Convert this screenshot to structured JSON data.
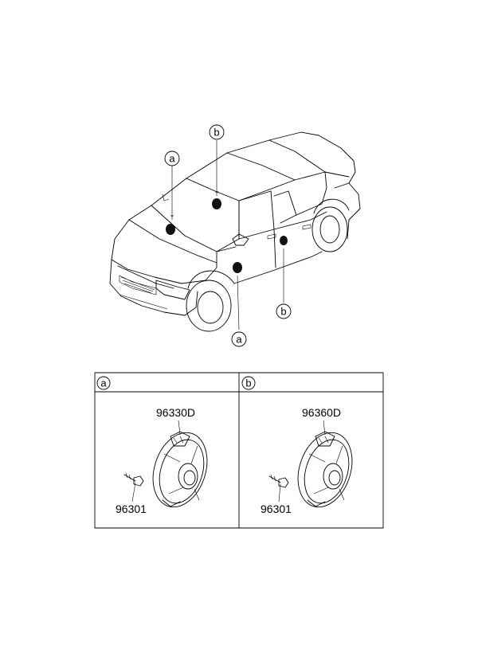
{
  "callouts": {
    "a_top": "a",
    "b_top": "b",
    "a_bottom": "a",
    "b_side": "b"
  },
  "panels": [
    {
      "letter": "a",
      "speaker_part": "96330D",
      "screw_part": "96301"
    },
    {
      "letter": "b",
      "speaker_part": "96360D",
      "screw_part": "96301"
    }
  ]
}
